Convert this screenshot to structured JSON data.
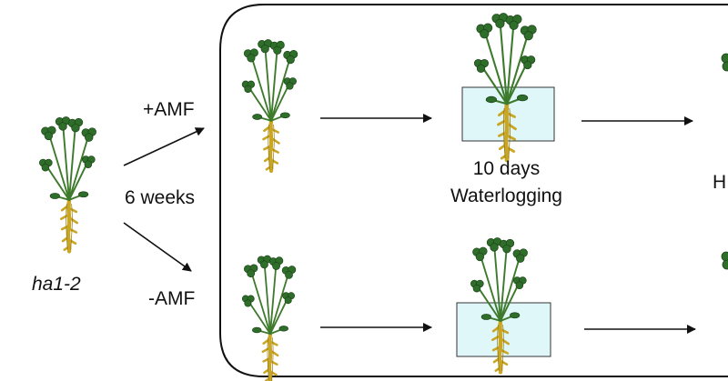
{
  "genotype": {
    "label": "ha1-2"
  },
  "growth": {
    "duration": "6 weeks"
  },
  "branches": {
    "plus_amf": "+AMF",
    "minus_amf": "-AMF"
  },
  "treatment": {
    "duration": "10 days",
    "name": "Waterlogging"
  },
  "cut_off_label": "H",
  "colors": {
    "leaf": "#2f6e2a",
    "leaf_edge": "#1c4418",
    "stem": "#3d7a2c",
    "root": "#c9a623",
    "root_edge": "#8f7414",
    "water": "#dff7f8",
    "line": "#111111"
  },
  "icons": {
    "plant": "plant-seedling-icon",
    "arrow": "arrow-right-icon"
  }
}
